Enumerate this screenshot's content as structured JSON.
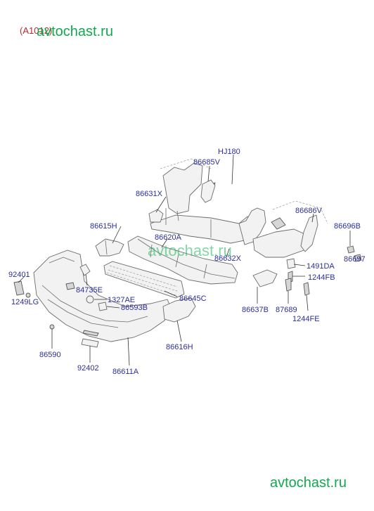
{
  "diagram_code": "(A1012)",
  "watermarks": {
    "top": "avtochast.ru",
    "middle": "avtochast.ru",
    "bottom": "avtochast.ru"
  },
  "colors": {
    "label": "#2b2f9c",
    "watermark": "#13a84f",
    "code": "#c0282d"
  },
  "part_labels": {
    "hj180": "HJ180",
    "p86685v": "86685V",
    "p86631x": "86631X",
    "p86686v": "86686V",
    "p86696b": "86696B",
    "p86615h": "86615H",
    "p86620a": "86620A",
    "p92401": "92401",
    "p84735e": "84735E",
    "p1491da": "1491DA",
    "p86632x": "86632X",
    "p1244fb": "1244FB",
    "p86697": "86697",
    "p1327ae": "1327AE",
    "p86645c": "86645C",
    "p86593b": "86593B",
    "p1249lg": "1249LG",
    "p86637b": "86637B",
    "p87689": "87689",
    "p1244fe": "1244FE",
    "p86616h": "86616H",
    "p86590": "86590",
    "p92402": "92402",
    "p86611a": "86611A"
  }
}
